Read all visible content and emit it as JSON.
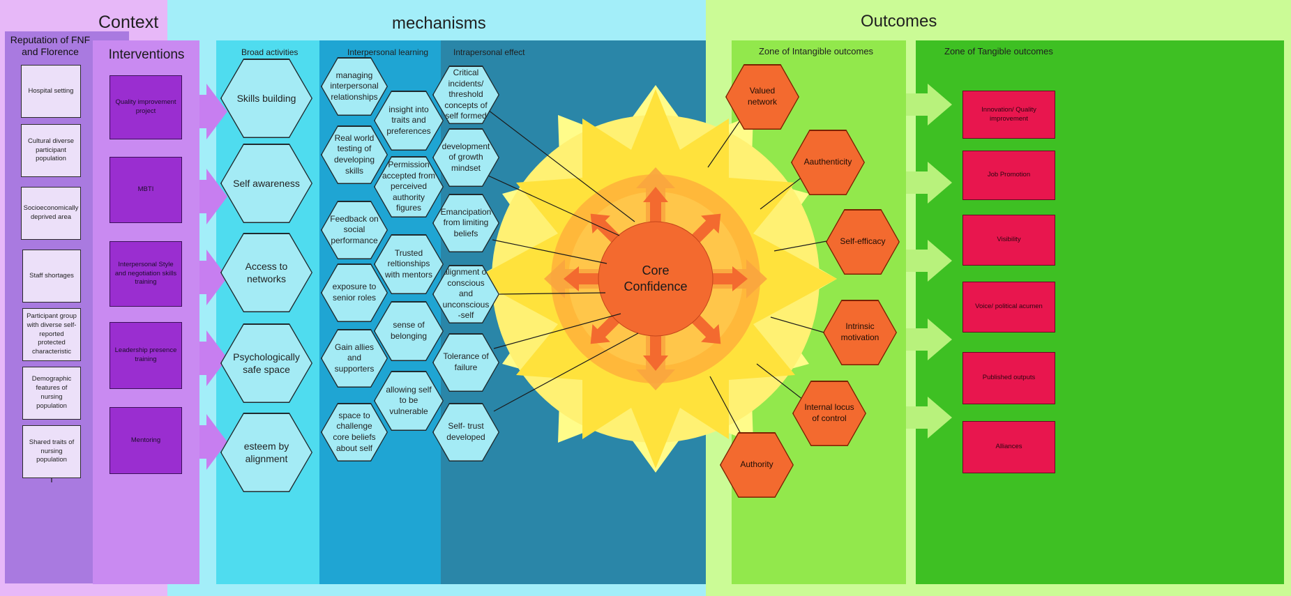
{
  "sections": {
    "context_title": "Context",
    "mechanisms_title": "mechanisms",
    "outcomes_title": "Outcomes"
  },
  "context": {
    "header": "Reputation of FNF and Florence",
    "items": [
      "Hospital setting",
      "Cultural diverse participant population",
      "Socioeconomically deprived area",
      "Staff shortages",
      "Participant group with diverse self-reported protected characteristic",
      "Demographic features of nursing population",
      "Shared traits of nursing population"
    ]
  },
  "interventions": {
    "header": "Interventions",
    "items": [
      "Quality improvement project",
      "MBTI",
      "Interpersonal Style and negotiation skills training",
      "Leadership presence training",
      "Mentoring"
    ]
  },
  "broad_activities": {
    "header": "Broad  activities",
    "items": [
      "Skills building",
      "Self awareness",
      "Access to networks",
      "Psychologically safe space",
      "esteem by alignment"
    ]
  },
  "interpersonal_learning": {
    "header": "Interpersonal learning",
    "col1": [
      "managing interpersonal relationships",
      "Real world testing of developing skills",
      "Feedback on social performance",
      "exposure to senior roles",
      "Gain allies and supporters",
      "space to challenge core beliefs about self"
    ],
    "col2": [
      "insight into traits and preferences",
      "Permission accepted from perceived authority figures",
      "Trusted reltionships with mentors",
      "sense of belonging",
      "allowing self to be vulnerable"
    ]
  },
  "intrapersonal_effect": {
    "header": "Intrapersonal  effect",
    "items": [
      "Critical incidents/ threshold concepts of self formed",
      "development of growth mindset",
      "Emancipation from limiting beliefs",
      "alignment of conscious and unconscious -self",
      "Tolerance of failure",
      "Self- trust developed"
    ]
  },
  "core": {
    "line1": "Core",
    "line2": "Confidence"
  },
  "intangible": {
    "header": "Zone of Intangible outcomes",
    "items": [
      "Valued network",
      "Aauthenticity",
      "Self-efficacy",
      "Intrinsic motivation",
      "Internal locus of control",
      "Authority"
    ]
  },
  "tangible": {
    "header": "Zone of Tangible outcomes",
    "items": [
      "Innovation/ Quality improvement",
      "Job Promotion",
      "Visibility",
      "Voice/ political acumen",
      "Published outputs",
      "Alliances"
    ]
  },
  "colors": {
    "context_bg": "#e7b8f8",
    "context_inner": "#a97ae0",
    "interventions_bg": "#c98af1",
    "mechanisms_bg": "#a3eef9",
    "broad_bg": "#4fdcef",
    "interpersonal_bg": "#1fa5d3",
    "intrapersonal_bg": "#2a86a8",
    "outcomes_bg": "#cbfb96",
    "intangible_bg": "#92e84c",
    "tangible_bg": "#3ec023",
    "core": "#f36a2f",
    "sun_outer": "#fff173",
    "sun_mid": "#ffde42",
    "tangible_box": "#e8164e"
  }
}
